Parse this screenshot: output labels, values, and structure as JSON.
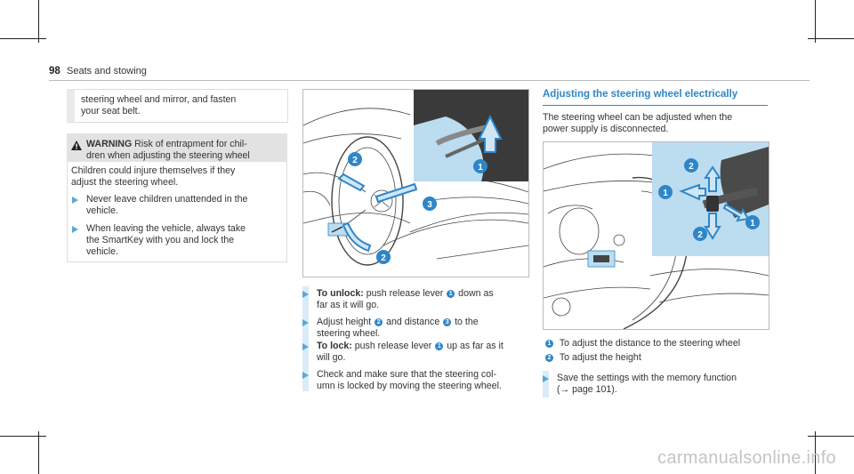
{
  "page": {
    "number": "98",
    "section": "Seats and stowing",
    "watermark": "carmanualsonline.info"
  },
  "left_column": {
    "intro_line1": "steering wheel and mirror, and fasten",
    "intro_line2": "your seat belt.",
    "warning": {
      "label": "WARNING",
      "head_rest": " Risk of entrapment for chil-",
      "head_line2": "dren when adjusting the steering wheel",
      "body_line1": "Children could injure themselves if they",
      "body_line2": "adjust the steering wheel.",
      "bullets": [
        {
          "line1": "Never leave children unattended in the",
          "line2": "vehicle."
        },
        {
          "line1": "When leaving the vehicle, always take",
          "line2": "the SmartKey with you and lock the",
          "line3": "vehicle."
        }
      ]
    }
  },
  "middle_column": {
    "figure_callouts": [
      "1",
      "2",
      "2",
      "3"
    ],
    "steps": [
      {
        "label": "To unlock:",
        "rest1": " push release lever ",
        "ref": "1",
        "rest2": " down as",
        "line2": "far as it will go."
      },
      {
        "rest1": "Adjust height ",
        "ref_a": "2",
        "mid": " and distance ",
        "ref_b": "3",
        "rest2": " to the",
        "line2": "steering wheel."
      },
      {
        "label": "To lock:",
        "rest1": " push release lever ",
        "ref": "1",
        "rest2": " up as far as it",
        "line2": "will go."
      },
      {
        "line1": "Check and make sure that the steering col-",
        "line2": "umn is locked by moving the steering wheel."
      }
    ]
  },
  "right_column": {
    "heading": "Adjusting the steering wheel electrically",
    "intro_line1": "The steering wheel can be adjusted when the",
    "intro_line2": "power supply is disconnected.",
    "figure_callouts": [
      "1",
      "1",
      "2",
      "2"
    ],
    "legend": [
      {
        "num": "1",
        "text": "To adjust the distance to the steering wheel"
      },
      {
        "num": "2",
        "text": "To adjust the height"
      }
    ],
    "step_line1": "Save the settings with the memory function",
    "step_line2": "(→ page 101)."
  },
  "colors": {
    "accent": "#2e86c8",
    "bullet": "#5aa8d6",
    "inset_bg": "#bcdcf0"
  }
}
